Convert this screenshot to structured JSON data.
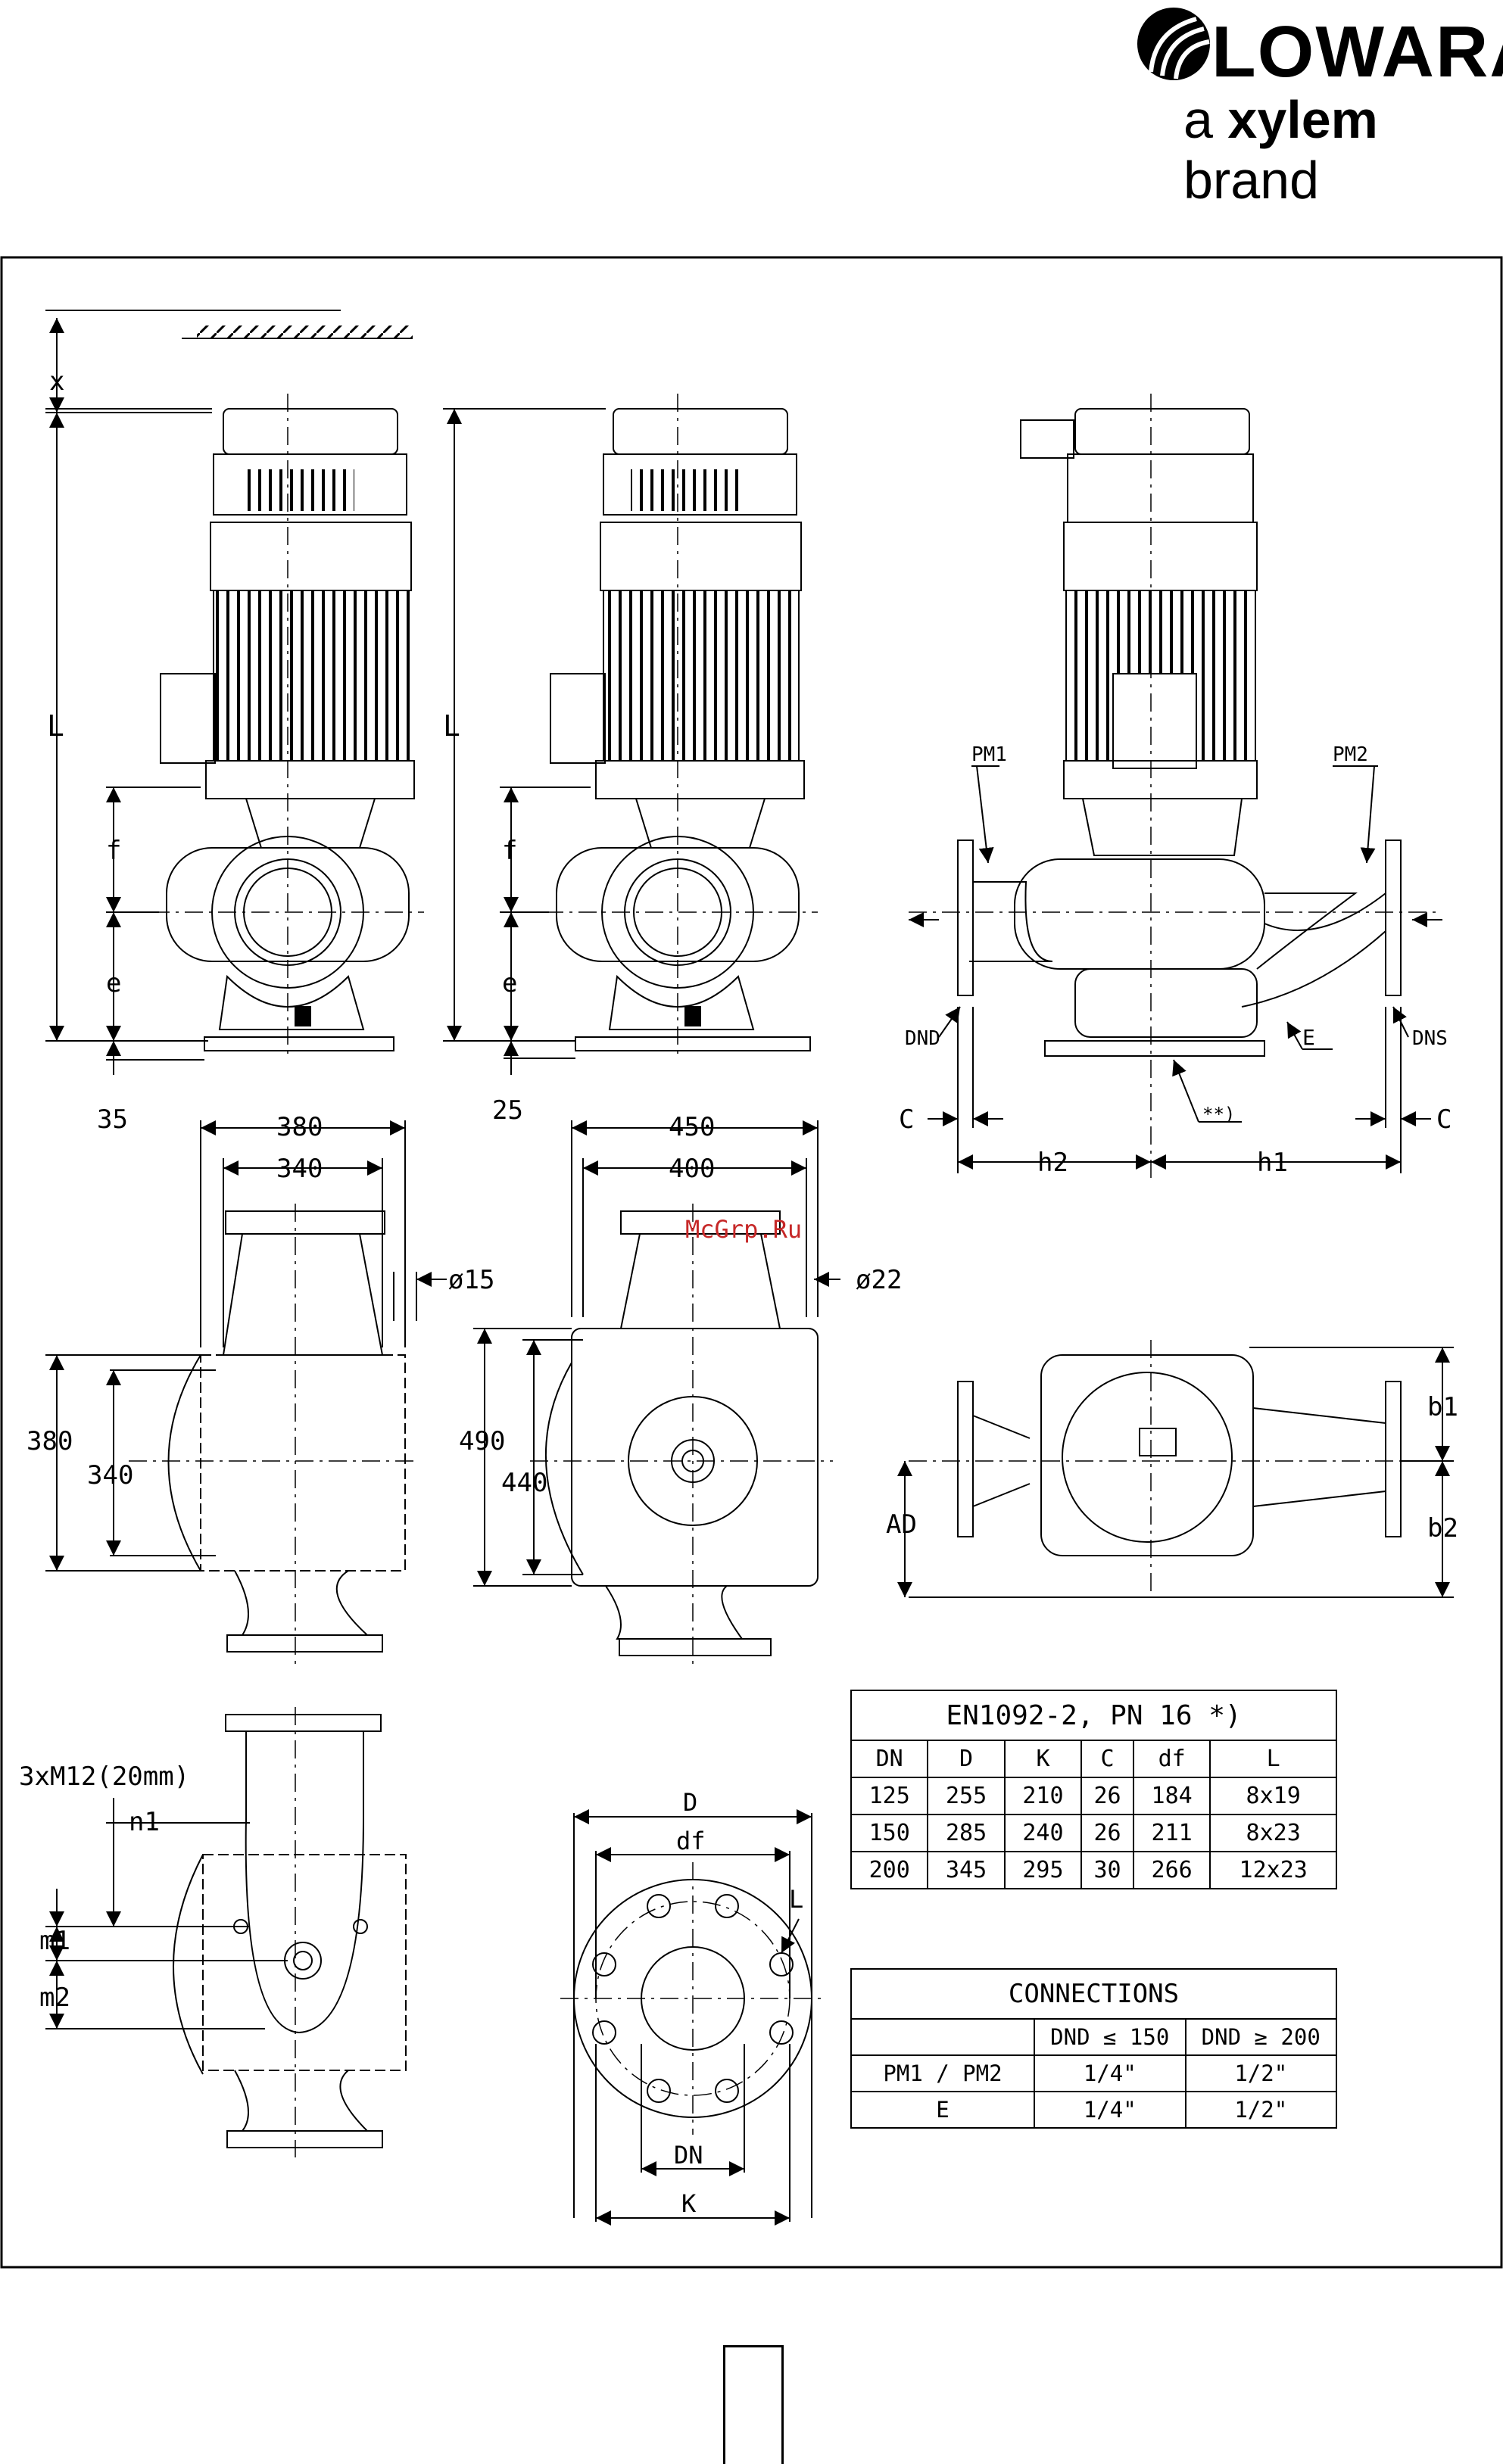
{
  "header": {
    "brand": "LOWARA",
    "tagline_a": "a",
    "tagline_b": "xylem",
    "tagline_c": "brand"
  },
  "watermark": "McGrp.Ru",
  "dims": {
    "x": "x",
    "L": "L",
    "f": "f",
    "e": "e",
    "v35": "35",
    "v25": "25",
    "pm1": "PM1",
    "pm2": "PM2",
    "dnd": "DND",
    "dns": "DNS",
    "E": "E",
    "note": "**)",
    "c": "C",
    "h2": "h2",
    "h1": "h1",
    "w380": "380",
    "w340": "340",
    "d15": "ø15",
    "h380": "380",
    "h340": "340",
    "w450": "450",
    "w400": "400",
    "d22": "ø22",
    "h490": "490",
    "h440": "440",
    "b1": "b1",
    "b2": "b2",
    "ad": "AD",
    "bolt": "3xM12(20mm)",
    "n1": "n1",
    "m1": "m1",
    "m2": "m2",
    "D": "D",
    "df": "df",
    "Lh": "L",
    "DN": "DN",
    "K": "K"
  },
  "flange_table": {
    "caption": "EN1092-2, PN 16 *)",
    "headers": [
      "DN",
      "D",
      "K",
      "C",
      "df",
      "L"
    ],
    "rows": [
      [
        "125",
        "255",
        "210",
        "26",
        "184",
        "8x19"
      ],
      [
        "150",
        "285",
        "240",
        "26",
        "211",
        "8x23"
      ],
      [
        "200",
        "345",
        "295",
        "30",
        "266",
        "12x23"
      ]
    ]
  },
  "connections_table": {
    "caption": "CONNECTIONS",
    "headers": [
      "",
      "DND ≤ 150",
      "DND ≥ 200"
    ],
    "rows": [
      [
        "PM1 / PM2",
        "1/4\"",
        "1/2\""
      ],
      [
        "E",
        "1/4\"",
        "1/2\""
      ]
    ]
  }
}
